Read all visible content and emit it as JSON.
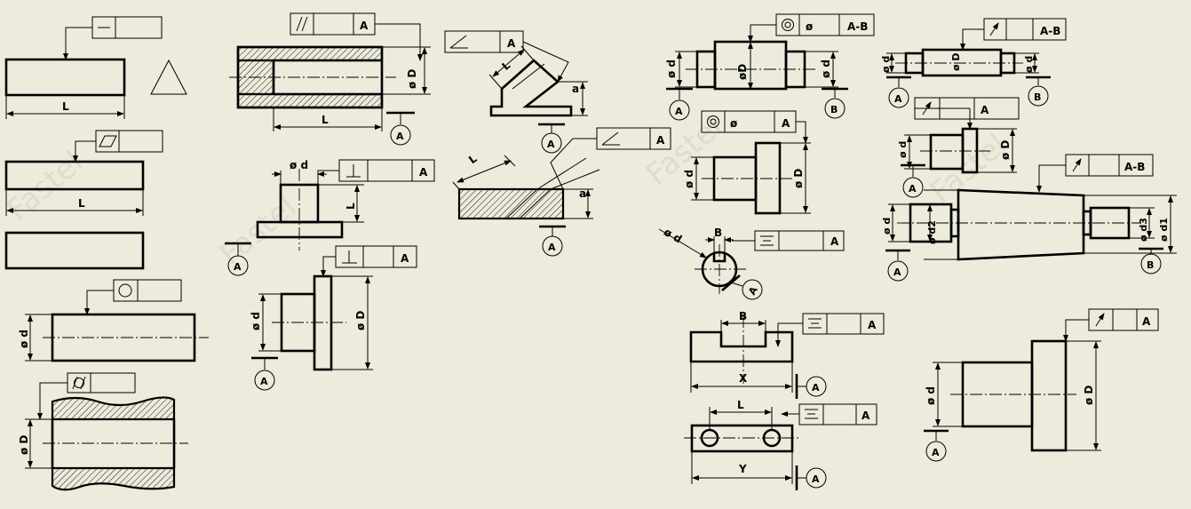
{
  "colors": {
    "background": "#ecebdc",
    "ink": "#000000"
  },
  "labels": {
    "L": "L",
    "d": "d",
    "D": "D",
    "d1": "d1",
    "d2": "d2",
    "d3": "d3",
    "a": "a",
    "B": "B",
    "X": "X",
    "Y": "Y",
    "diameter": "ø"
  },
  "datums": {
    "A": "A",
    "B": "B",
    "AB": "A-B"
  },
  "symbols": {
    "straightness": "straightness-icon",
    "flatness": "flatness-icon",
    "circularity": "circularity-icon",
    "cylindricity": "cylindricity-icon",
    "parallelism": "parallelism-icon",
    "perpendicularity": "perpendicularity-icon",
    "angularity": "angularity-icon",
    "concentricity": "concentricity-icon",
    "symmetry": "symmetry-icon",
    "circular_runout": "circular-runout-icon",
    "surface_profile": "triangle-icon"
  },
  "watermark": "Fastel"
}
